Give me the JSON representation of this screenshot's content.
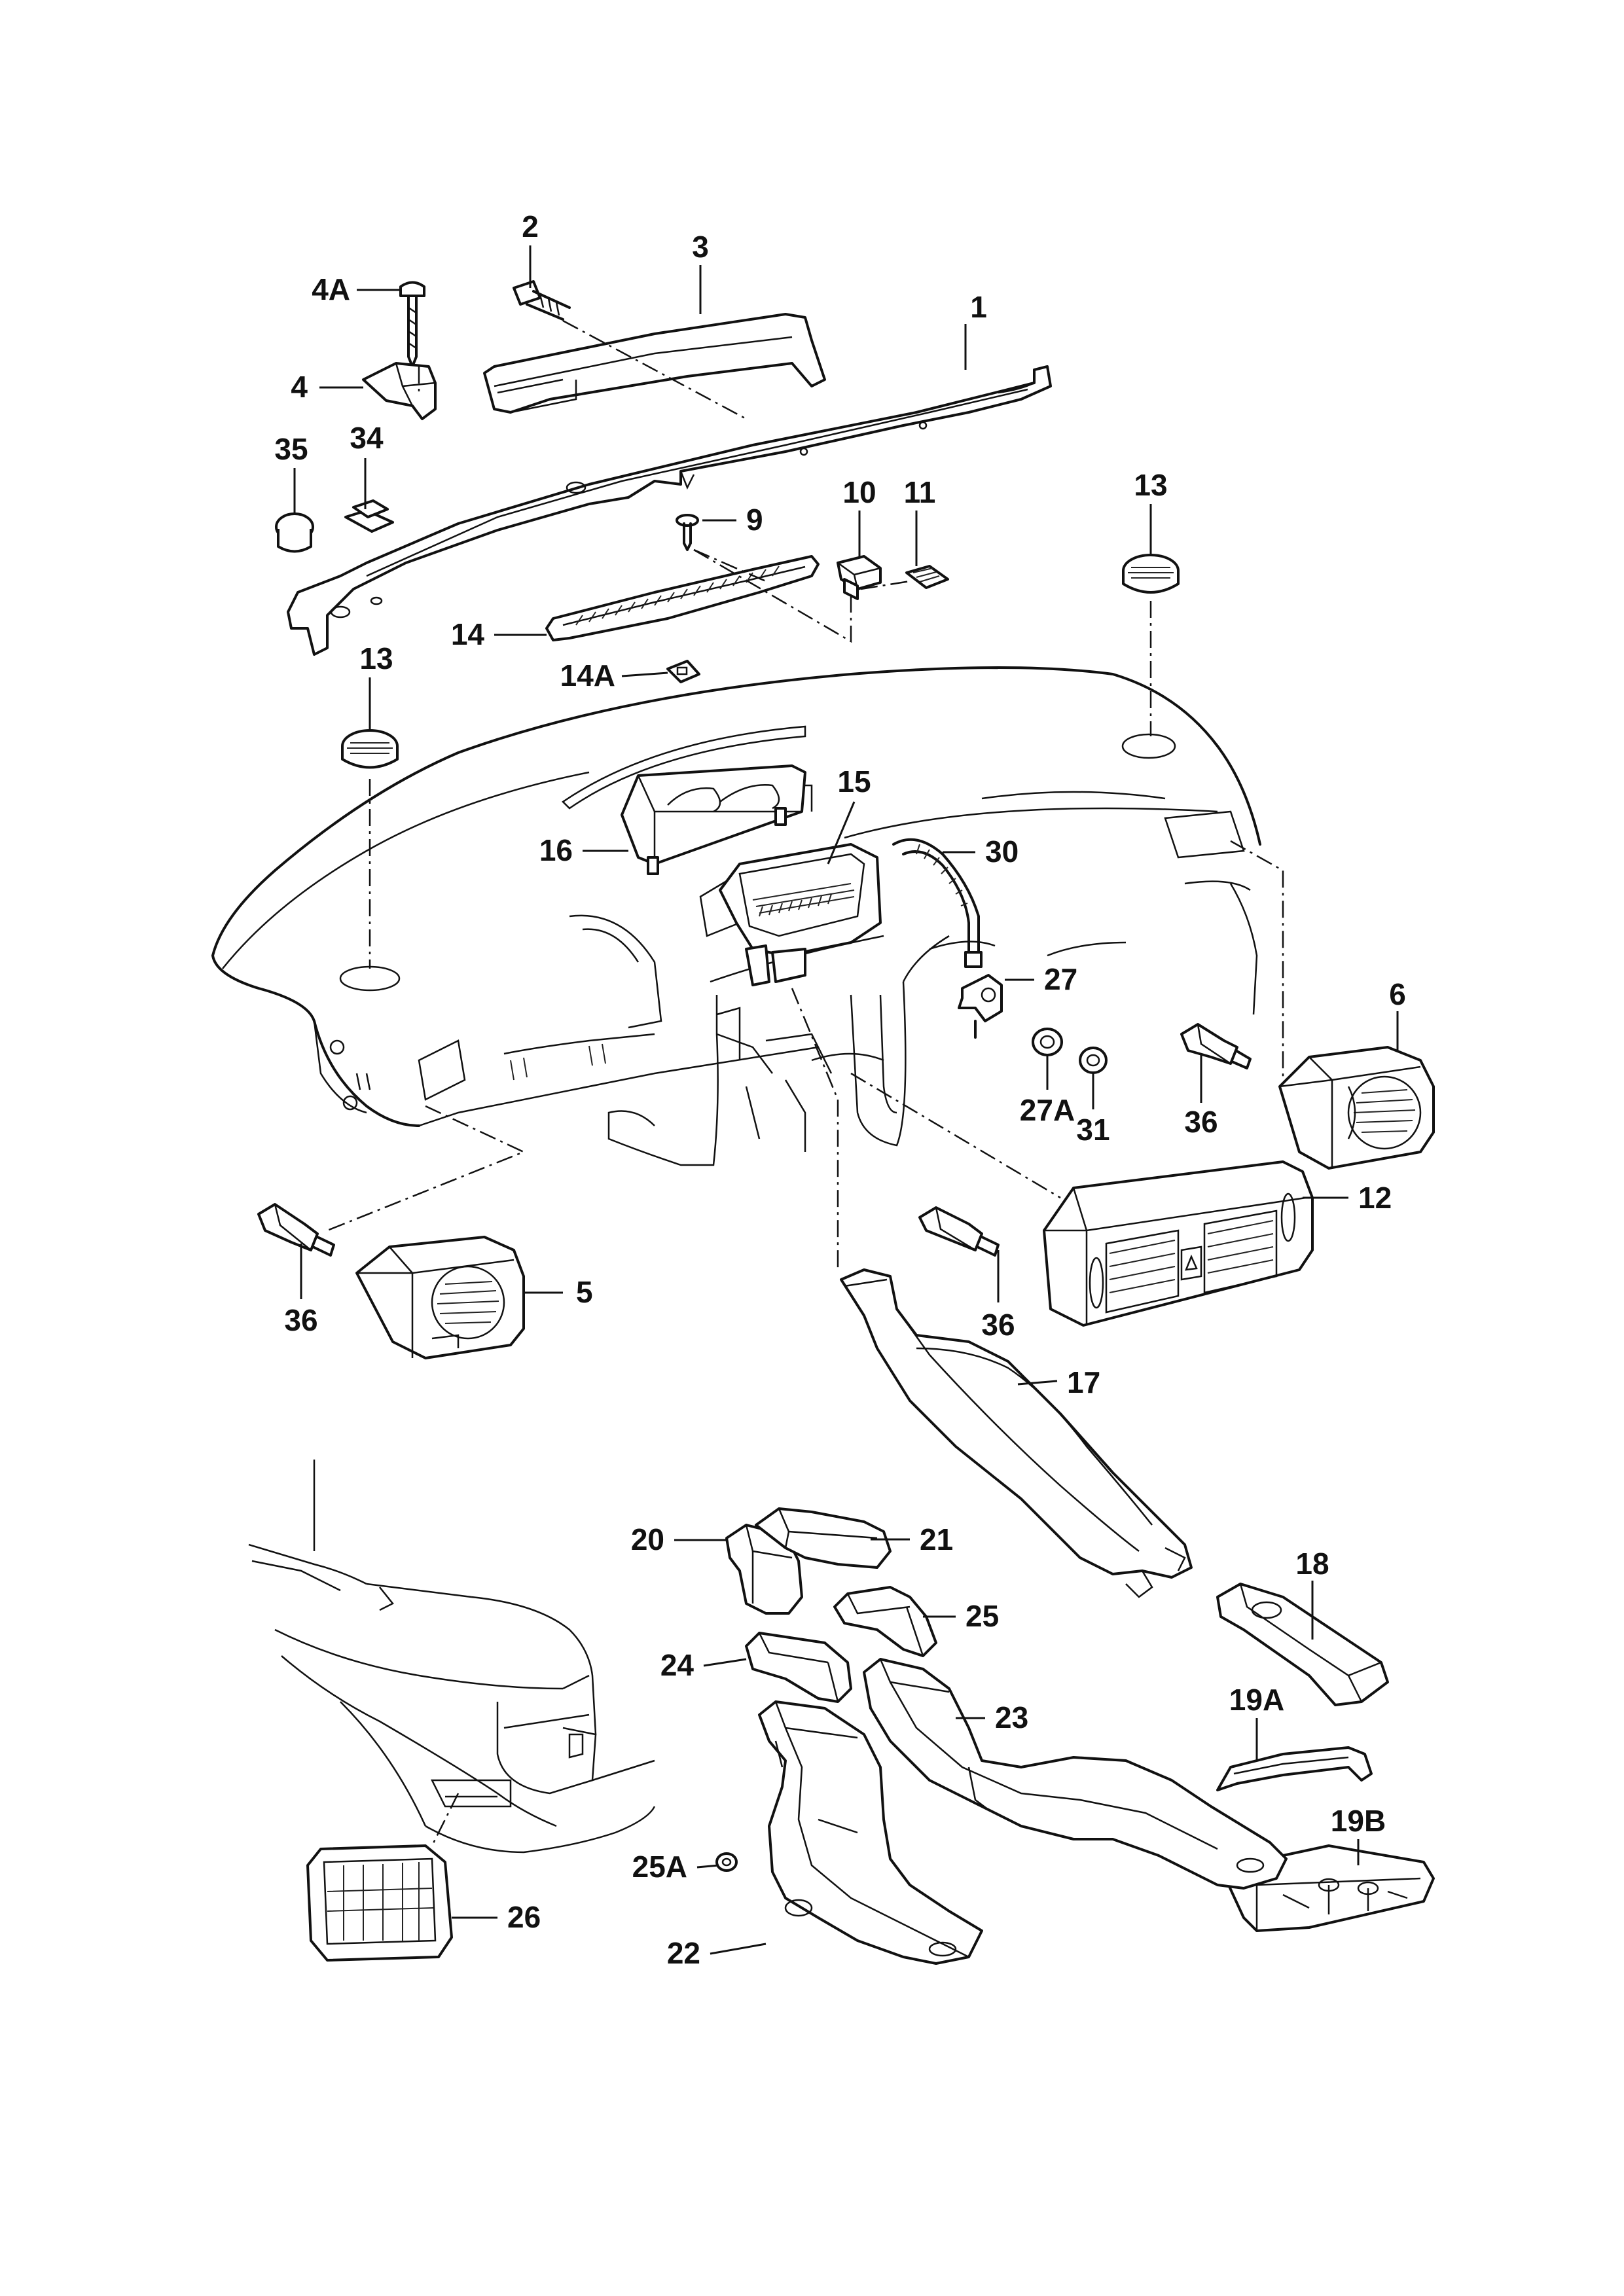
{
  "callouts": [
    {
      "id": "1",
      "text": "1"
    },
    {
      "id": "2",
      "text": "2"
    },
    {
      "id": "3",
      "text": "3"
    },
    {
      "id": "4",
      "text": "4"
    },
    {
      "id": "4A",
      "text": "4A"
    },
    {
      "id": "5",
      "text": "5"
    },
    {
      "id": "6",
      "text": "6"
    },
    {
      "id": "9",
      "text": "9"
    },
    {
      "id": "10",
      "text": "10"
    },
    {
      "id": "11",
      "text": "11"
    },
    {
      "id": "12",
      "text": "12"
    },
    {
      "id": "13a",
      "text": "13"
    },
    {
      "id": "13b",
      "text": "13"
    },
    {
      "id": "14",
      "text": "14"
    },
    {
      "id": "14A",
      "text": "14A"
    },
    {
      "id": "15",
      "text": "15"
    },
    {
      "id": "16",
      "text": "16"
    },
    {
      "id": "17",
      "text": "17"
    },
    {
      "id": "18",
      "text": "18"
    },
    {
      "id": "19A",
      "text": "19A"
    },
    {
      "id": "19B",
      "text": "19B"
    },
    {
      "id": "20",
      "text": "20"
    },
    {
      "id": "21",
      "text": "21"
    },
    {
      "id": "22",
      "text": "22"
    },
    {
      "id": "23",
      "text": "23"
    },
    {
      "id": "24",
      "text": "24"
    },
    {
      "id": "25",
      "text": "25"
    },
    {
      "id": "25A",
      "text": "25A"
    },
    {
      "id": "26",
      "text": "26"
    },
    {
      "id": "27",
      "text": "27"
    },
    {
      "id": "27A",
      "text": "27A"
    },
    {
      "id": "30",
      "text": "30"
    },
    {
      "id": "31",
      "text": "31"
    },
    {
      "id": "34",
      "text": "34"
    },
    {
      "id": "35",
      "text": "35"
    },
    {
      "id": "36a",
      "text": "36"
    },
    {
      "id": "36b",
      "text": "36"
    },
    {
      "id": "36c",
      "text": "36"
    }
  ]
}
